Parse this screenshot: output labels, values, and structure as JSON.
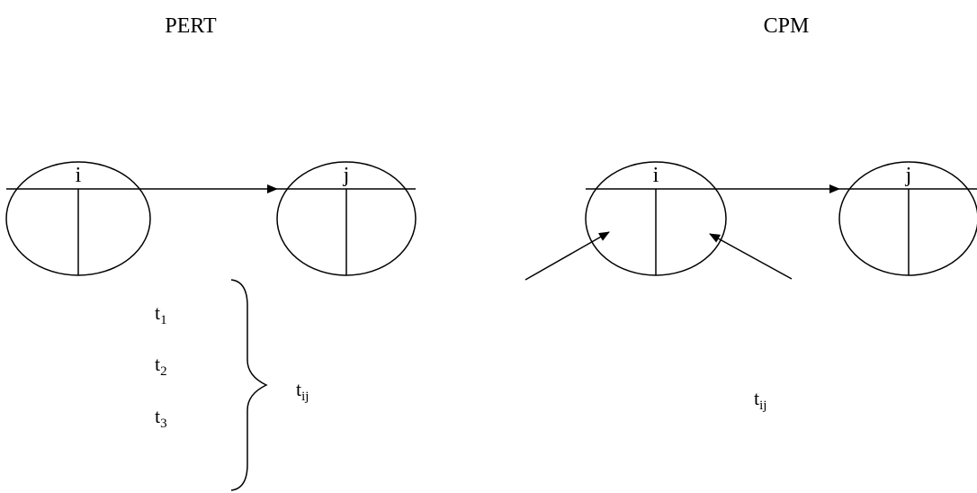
{
  "pert": {
    "title": "PERT",
    "node_i": "i",
    "node_j": "j",
    "times": [
      {
        "base": "t",
        "sub": "1"
      },
      {
        "base": "t",
        "sub": "2"
      },
      {
        "base": "t",
        "sub": "3"
      }
    ],
    "result": {
      "base": "t",
      "sub": "ij"
    }
  },
  "cpm": {
    "title": "CPM",
    "node_i": "i",
    "node_j": "j",
    "result": {
      "base": "t",
      "sub": "ij"
    }
  },
  "colors": {
    "stroke": "#000000",
    "background": "#ffffff"
  }
}
